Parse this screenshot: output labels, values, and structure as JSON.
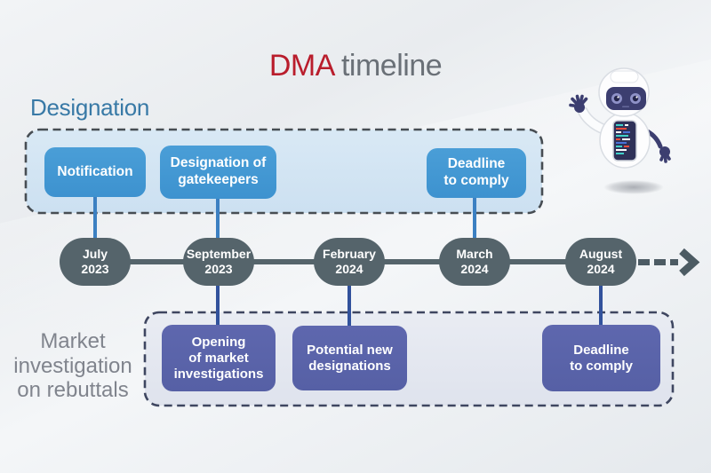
{
  "title": {
    "brand": "DMA",
    "rest": " timeline"
  },
  "designation": {
    "label": "Designation",
    "boxes": [
      {
        "label": "Notification"
      },
      {
        "label": "Designation of\ngatekeepers"
      },
      {
        "label": "Deadline\nto comply"
      }
    ]
  },
  "timeline": {
    "nodes": [
      {
        "label": "July\n2023"
      },
      {
        "label": "September\n2023"
      },
      {
        "label": "February\n2024"
      },
      {
        "label": "March\n2024"
      },
      {
        "label": "August\n2024"
      }
    ]
  },
  "market": {
    "label": "Market\ninvestigation\non rebuttals",
    "boxes": [
      {
        "label": "Opening\nof market\ninvestigations"
      },
      {
        "label": "Potential new\ndesignations"
      },
      {
        "label": "Deadline\nto comply"
      }
    ]
  },
  "colors": {
    "title_red": "#b91d2c",
    "title_gray": "#6a7077",
    "section_blue": "#3879a6",
    "box_blue": "#4095d2",
    "box_purple": "#5a63a8",
    "node_slate": "#55646b",
    "connector_blue": "#3c80c2",
    "connector_navy": "#32529c",
    "panel_blue_fill": "#d5e6f4",
    "panel_gray_fill": "#e4e7f0",
    "label_gray": "#80848d"
  }
}
